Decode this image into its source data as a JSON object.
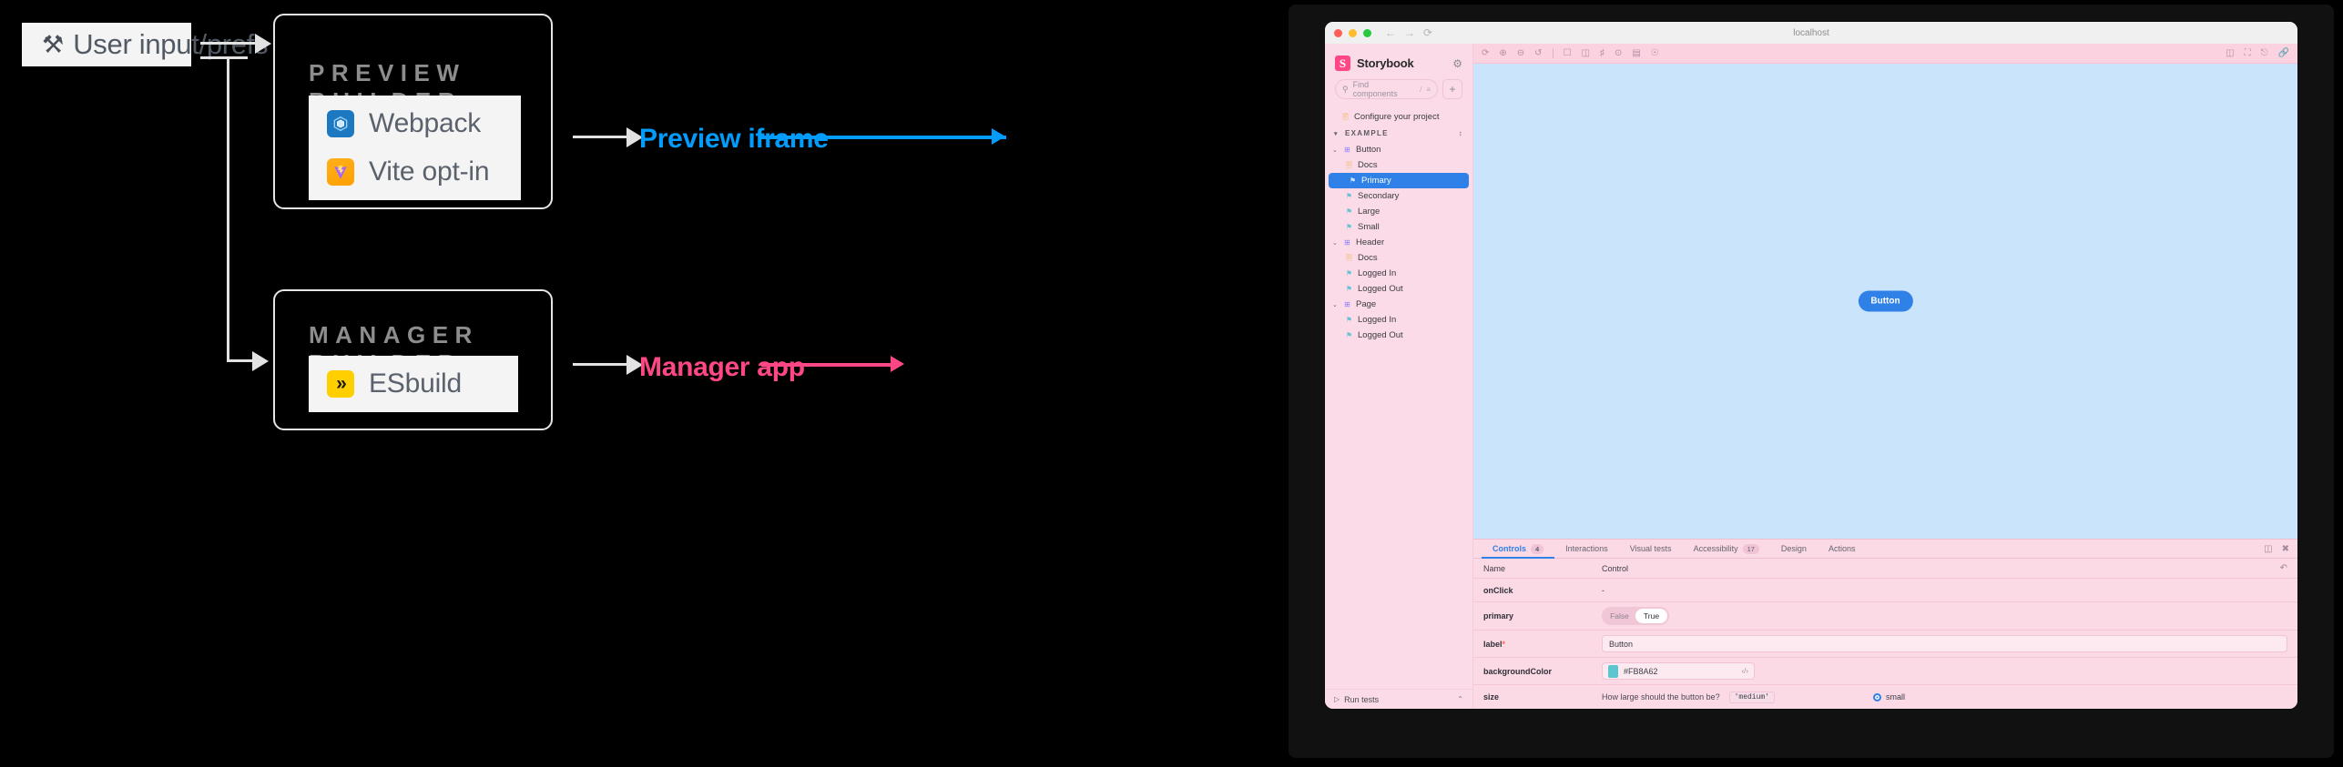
{
  "diagram": {
    "input_node": {
      "label": "User input/prefs",
      "icon": "tools-icon",
      "glyph": "⚒"
    },
    "preview_panel": {
      "title": "PREVIEW BUILDER",
      "items": [
        {
          "label": "Webpack",
          "icon": "webpack-icon"
        },
        {
          "label": "Vite opt-in",
          "icon": "vite-icon"
        }
      ]
    },
    "manager_panel": {
      "title": "MANAGER BUILDER",
      "items": [
        {
          "label": "ESbuild",
          "icon": "esbuild-icon",
          "glyph": "»"
        }
      ]
    },
    "annotations": [
      {
        "label": "Preview iframe",
        "color": "#029CFD"
      },
      {
        "label": "Manager app",
        "color": "#FF4785"
      }
    ]
  },
  "storybook": {
    "titlebar": {
      "url": "localhost",
      "dots": [
        "#ff5f57",
        "#febc2e",
        "#28c840"
      ],
      "back": "←",
      "forward": "→",
      "reload": "⟳"
    },
    "sidebar": {
      "brand": "Storybook",
      "logo_letter": "S",
      "gear_icon": "gear-icon",
      "search_placeholder": "Find components",
      "search_shortcut": "/",
      "filter_icon": "filter-icon",
      "add_label": "+",
      "configure_item": "Configure your project",
      "group_label": "EXAMPLE",
      "tree": [
        {
          "label": "Button",
          "type": "component",
          "depth": 0,
          "expanded": true,
          "selected": false
        },
        {
          "label": "Docs",
          "type": "docs",
          "depth": 1,
          "selected": false
        },
        {
          "label": "Primary",
          "type": "story",
          "depth": 1,
          "selected": true
        },
        {
          "label": "Secondary",
          "type": "story",
          "depth": 1,
          "selected": false
        },
        {
          "label": "Large",
          "type": "story",
          "depth": 1,
          "selected": false
        },
        {
          "label": "Small",
          "type": "story",
          "depth": 1,
          "selected": false
        },
        {
          "label": "Header",
          "type": "component",
          "depth": 0,
          "expanded": true,
          "selected": false
        },
        {
          "label": "Docs",
          "type": "docs",
          "depth": 1,
          "selected": false
        },
        {
          "label": "Logged In",
          "type": "story",
          "depth": 1,
          "selected": false
        },
        {
          "label": "Logged Out",
          "type": "story",
          "depth": 1,
          "selected": false
        },
        {
          "label": "Page",
          "type": "component",
          "depth": 0,
          "expanded": true,
          "selected": false
        },
        {
          "label": "Logged In",
          "type": "story",
          "depth": 1,
          "selected": false
        },
        {
          "label": "Logged Out",
          "type": "story",
          "depth": 1,
          "selected": false
        }
      ],
      "footer": {
        "label": "Run tests",
        "play_icon": "play-icon",
        "caret": "⌃"
      }
    },
    "toolbar": {
      "left": [
        "remount-icon",
        "zoom-in-icon",
        "zoom-out-icon",
        "zoom-reset-icon"
      ],
      "middle": [
        "background-icon",
        "viewport-icon",
        "measure-icon",
        "outline-icon",
        "layers-icon",
        "accessibility-icon"
      ],
      "right": [
        "sidebar-toggle-icon",
        "fullscreen-icon",
        "open-new-tab-icon",
        "copy-link-icon"
      ]
    },
    "preview": {
      "button_label": "Button"
    },
    "addon_tabs": [
      {
        "label": "Controls",
        "badge": "4",
        "active": true
      },
      {
        "label": "Interactions",
        "badge": "",
        "active": false
      },
      {
        "label": "Visual tests",
        "badge": "",
        "active": false
      },
      {
        "label": "Accessibility",
        "badge": "17",
        "active": false
      },
      {
        "label": "Design",
        "badge": "",
        "active": false
      },
      {
        "label": "Actions",
        "badge": "",
        "active": false
      }
    ],
    "controls": {
      "headers": {
        "name": "Name",
        "control": "Control"
      },
      "reset_icon": "undo-icon",
      "rows": [
        {
          "name": "onClick",
          "kind": "action",
          "value": "-"
        },
        {
          "name": "primary",
          "kind": "boolean",
          "false_label": "False",
          "true_label": "True",
          "value": "True"
        },
        {
          "name": "label",
          "kind": "text",
          "required": true,
          "value": "Button"
        },
        {
          "name": "backgroundColor",
          "kind": "color",
          "value": "#FB8A62",
          "swatch": "#5cc6d0"
        },
        {
          "name": "size",
          "kind": "radio",
          "description": "How large should the button be?",
          "default_token": "'medium'",
          "option": "small"
        }
      ]
    }
  }
}
